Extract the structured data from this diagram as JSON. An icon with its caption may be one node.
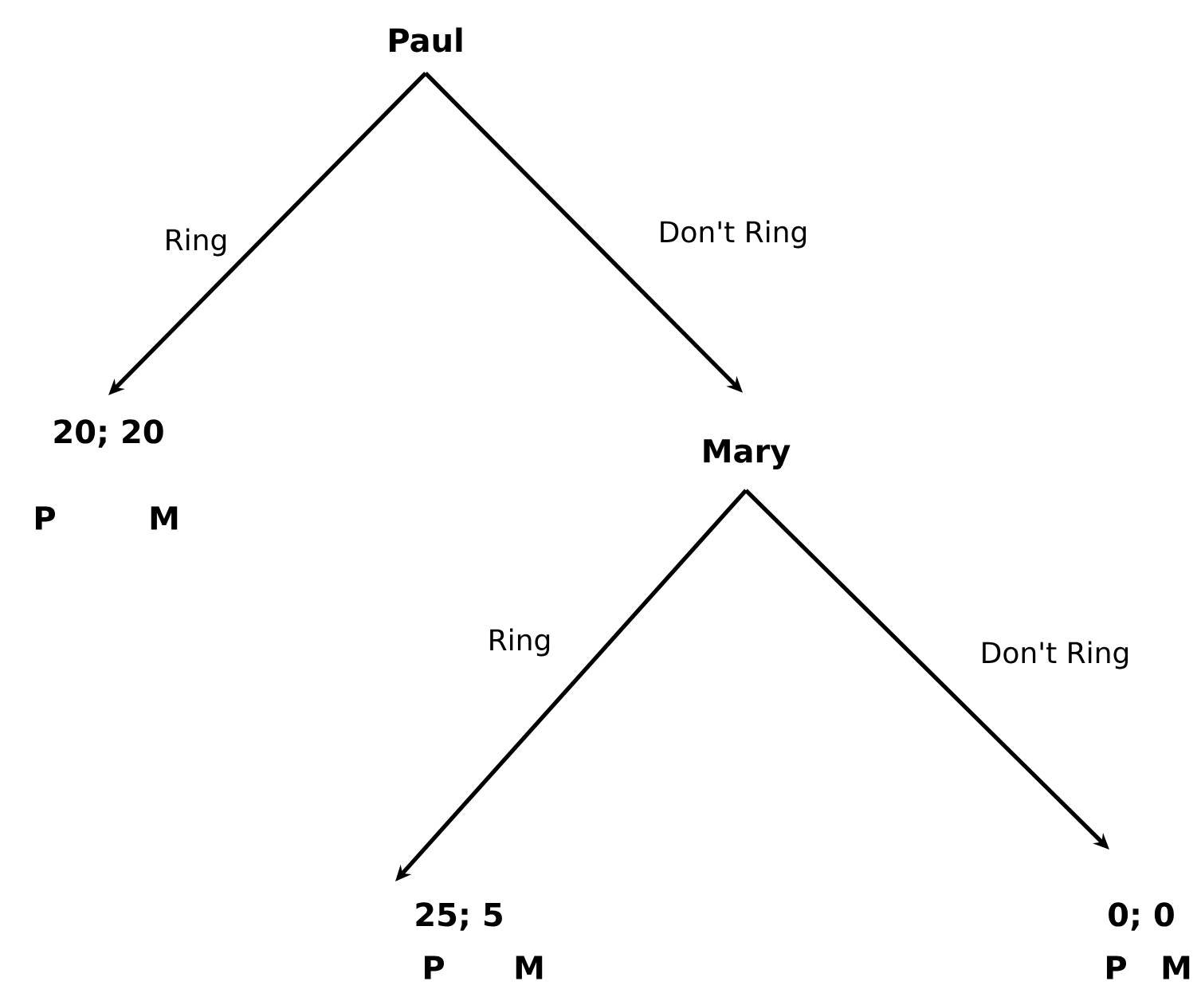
{
  "diagram": {
    "nodes": [
      {
        "text": [
          "Paul"
        ]
      },
      {
        "text": [
          "20; 20"
        ]
      },
      {
        "text": [
          "Mary"
        ]
      },
      {
        "text": [
          "25; 5"
        ]
      },
      {
        "text": [
          "0; 0"
        ]
      }
    ],
    "edges": [
      {
        "from": 0,
        "to": 1,
        "arrow": "to",
        "label": "Ring"
      },
      {
        "from": 0,
        "to": 2,
        "arrow": "to",
        "label": "Don't Ring"
      },
      {
        "from": 2,
        "to": 3,
        "arrow": "to",
        "label": "Ring"
      },
      {
        "from": 2,
        "to": 4,
        "arrow": "to",
        "label": "Don't Ring"
      }
    ],
    "labels": [
      "P",
      "M",
      "P",
      "M",
      "P",
      "M"
    ]
  }
}
